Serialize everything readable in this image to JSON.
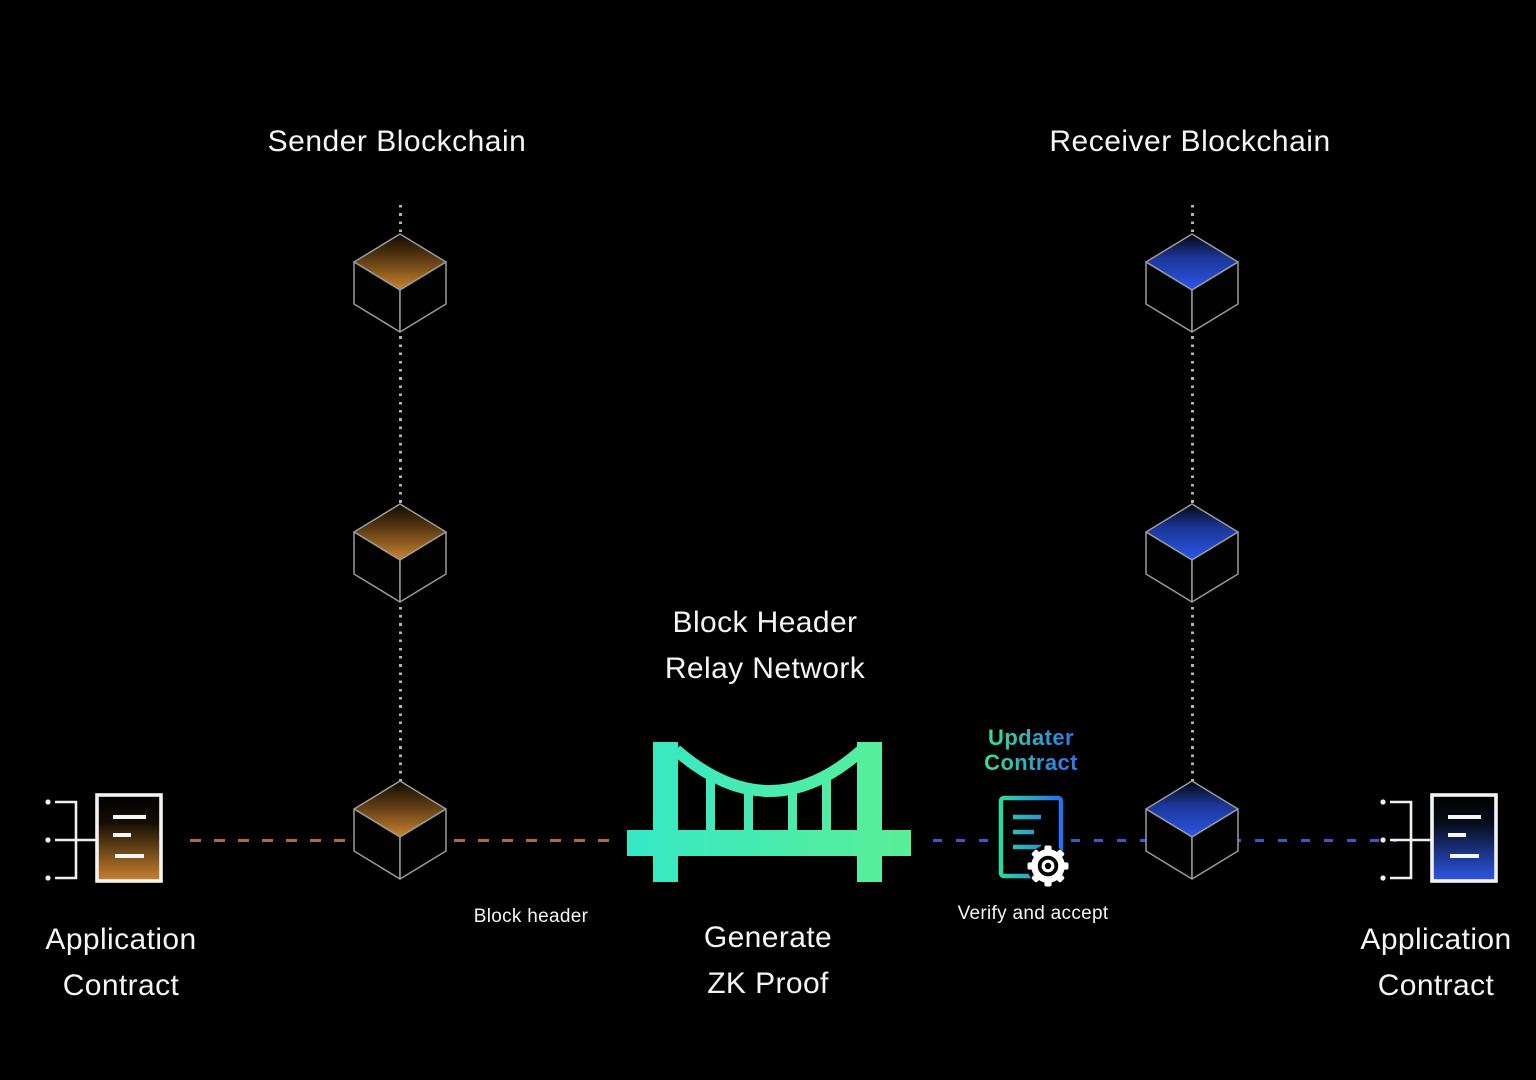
{
  "diagram": {
    "background": "#000000",
    "text_color": "#f5f5f5",
    "sender": {
      "title": "Sender Blockchain",
      "chain_icon": "block-cube-icon",
      "accent": "#c9842f",
      "dash_color": "#aa6c30"
    },
    "receiver": {
      "title": "Receiver Blockchain",
      "chain_icon": "block-cube-icon",
      "accent": "#2b55e8",
      "dash_color": "#4157c9"
    },
    "relay": {
      "title_line1": "Block Header",
      "title_line2": "Relay Network",
      "icon": "bridge-icon",
      "color_start": "#35e8c7",
      "color_end": "#5bef95",
      "action_line1": "Generate",
      "action_line2": "ZK Proof"
    },
    "updater": {
      "title_line1": "Updater",
      "title_line2": "Contract",
      "icon": "updater-contract-icon",
      "gear_icon": "gear-icon",
      "gradient_start": "#3bdb96",
      "gradient_end": "#2f7ce8",
      "action_label": "Verify and accept"
    },
    "labels": {
      "block_header": "Block header"
    },
    "application_contract_left": {
      "line1": "Application",
      "line2": "Contract",
      "icon": "contract-document-icon"
    },
    "application_contract_right": {
      "line1": "Application",
      "line2": "Contract",
      "icon": "contract-document-icon"
    }
  }
}
